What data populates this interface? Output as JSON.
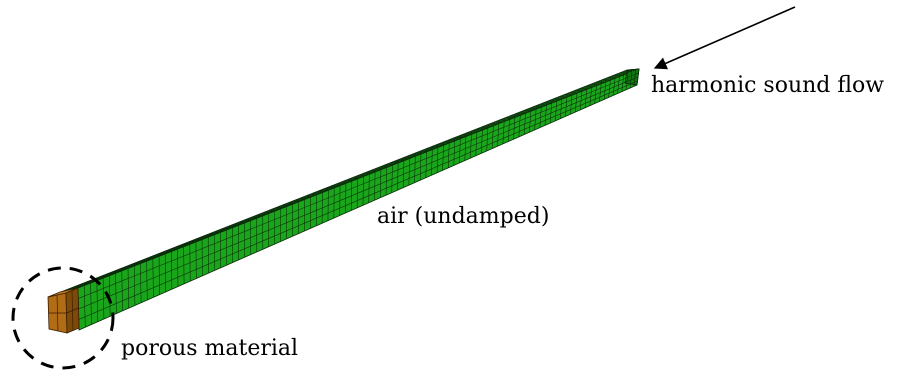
{
  "labels": {
    "inlet": "harmonic sound flow",
    "domain": "air (undamped)",
    "absorber": "porous material"
  },
  "mesh": {
    "air_axial_elements": 100,
    "air_cross_elements": 4,
    "porous_axial_elements": 2,
    "porous_cross_elements": 2
  },
  "colors": {
    "air": "#1aa61a",
    "air_dark": "#0f7a0f",
    "air_light": "#2cc02c",
    "porous": "#b06d16",
    "porous_dark": "#7e4a0a",
    "mesh_line": "#0a2a0a",
    "porous_mesh_line": "#3a1e00",
    "ink": "#000000"
  }
}
